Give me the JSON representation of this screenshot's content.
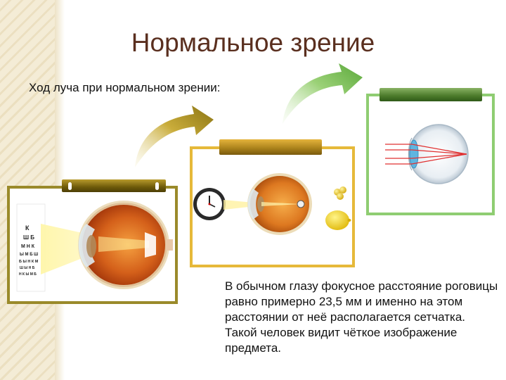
{
  "title": "Нормальное зрение",
  "subtitle": "Ход луча при нормальном зрении:",
  "description": "В обычном глазу фокусное расстояние роговицы равно примерно 23,5 мм и именно на этом расстоянии от неё располагается сетчатка. Такой человек видит чёткое изображение предмета.",
  "chart_letters": [
    "К",
    "Ш Б",
    "М Н К",
    "Ы М Б Ш",
    "Б Ы Н К М",
    "Ш Ы Н Б",
    "Н К Ы М Б"
  ],
  "colors": {
    "title": "#5a2f1f",
    "frame1": "#9a8a2a",
    "frame2": "#e6b93a",
    "frame3": "#8fcd72",
    "ray": "#e03030"
  },
  "icons": [
    "eye-chart-icon",
    "eye-anatomy-icon",
    "clock-icon",
    "lemon-icon",
    "grapes-icon",
    "eye-diagram-icon",
    "curved-arrow-icon"
  ]
}
